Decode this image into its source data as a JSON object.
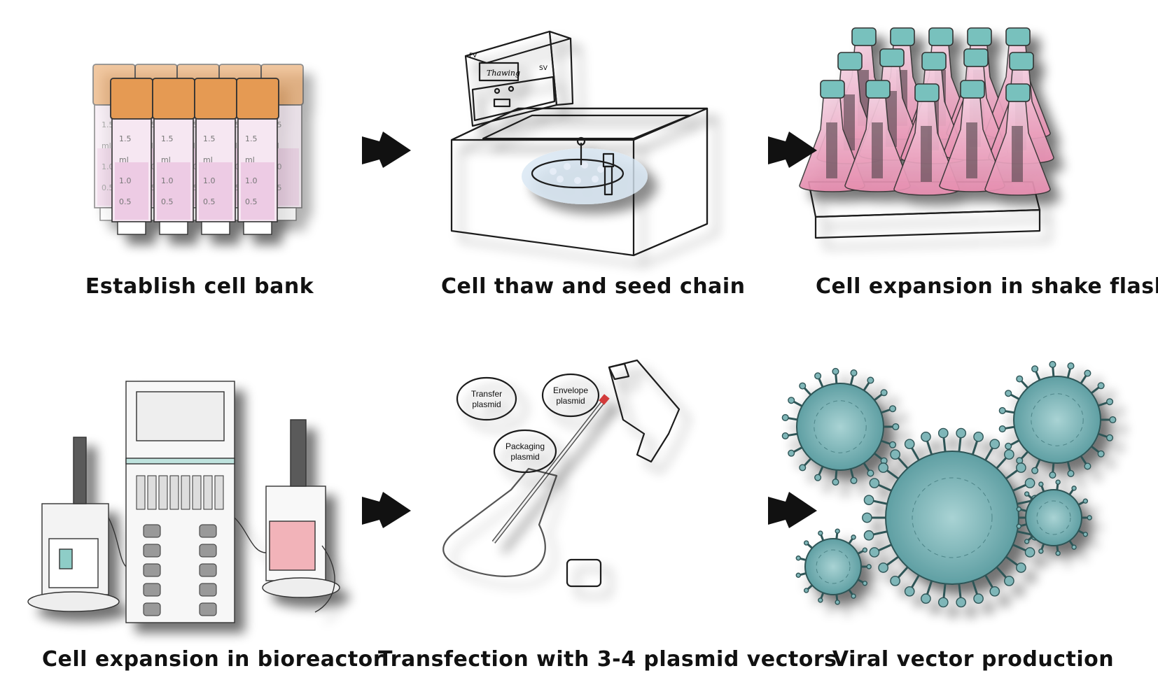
{
  "steps": [
    {
      "id": "cell-bank",
      "caption": "Establish cell bank"
    },
    {
      "id": "thaw",
      "caption": "Cell thaw and seed chain"
    },
    {
      "id": "shake-flask",
      "caption": "Cell expansion in shake flask"
    },
    {
      "id": "bioreactor",
      "caption": "Cell expansion in bioreactor"
    },
    {
      "id": "transfection",
      "caption": "Transfection with 3-4 plasmid vectors"
    },
    {
      "id": "viral",
      "caption": "Viral vector production"
    }
  ],
  "tube_marks": [
    "1.5",
    "ml",
    "1.0",
    "0.5"
  ],
  "waterbath": {
    "display": "Thawing",
    "mark_top": "FV",
    "mark_side": "SV"
  },
  "plasmids": [
    {
      "line1": "Transfer",
      "line2": "plasmid"
    },
    {
      "line1": "Envelope",
      "line2": "plasmid"
    },
    {
      "line1": "Packaging",
      "line2": "plasmid"
    }
  ]
}
